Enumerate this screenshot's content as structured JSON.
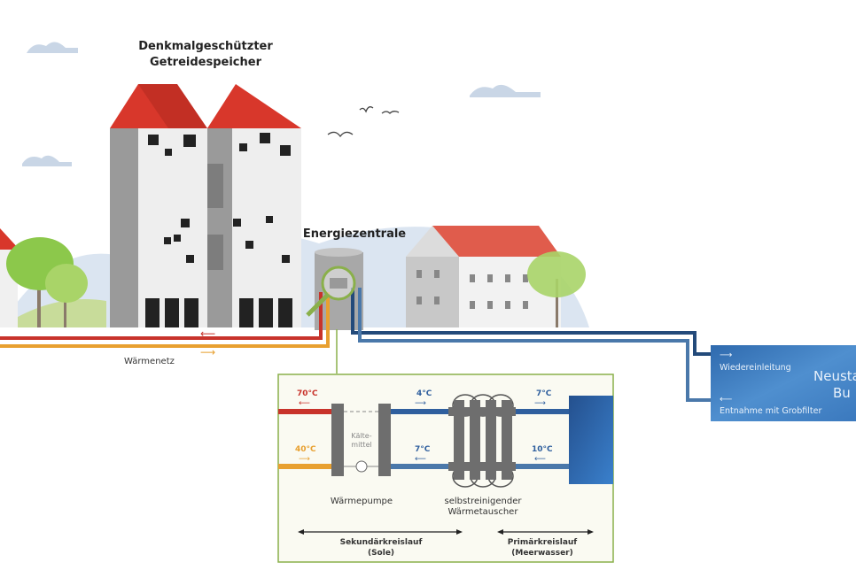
{
  "labels": {
    "granary_line1": "Denkmalgeschützter",
    "granary_line2": "Getreidespeicher",
    "energy_center": "Energiezentrale",
    "heat_network": "Wärmenetz",
    "reinjection": "Wiedereinleitung",
    "intake": "Entnahme mit Grobfilter",
    "water_line1": "Neusta",
    "water_line2": "Bu"
  },
  "detail": {
    "temp_hot_out": "70°C",
    "temp_return_in": "40°C",
    "temp_secondary_top": "4°C",
    "temp_secondary_bottom": "7°C",
    "temp_primary_top": "7°C",
    "temp_primary_bottom": "10°C",
    "refrigerant_line1": "Kälte-",
    "refrigerant_line2": "mittel",
    "heat_pump": "Wärmepumpe",
    "exchanger_line1": "selbstreinigender",
    "exchanger_line2": "Wärmetauscher",
    "secondary_line1": "Sekundärkreislauf",
    "secondary_line2": "(Sole)",
    "primary_line1": "Primärkreislauf",
    "primary_line2": "(Meerwasser)"
  },
  "colors": {
    "hot": "#c8332b",
    "warm": "#e8a030",
    "cold": "#2f5f9e",
    "water": "#3f7fc0",
    "roof": "#d8372b",
    "frame": "#8ab04a"
  }
}
